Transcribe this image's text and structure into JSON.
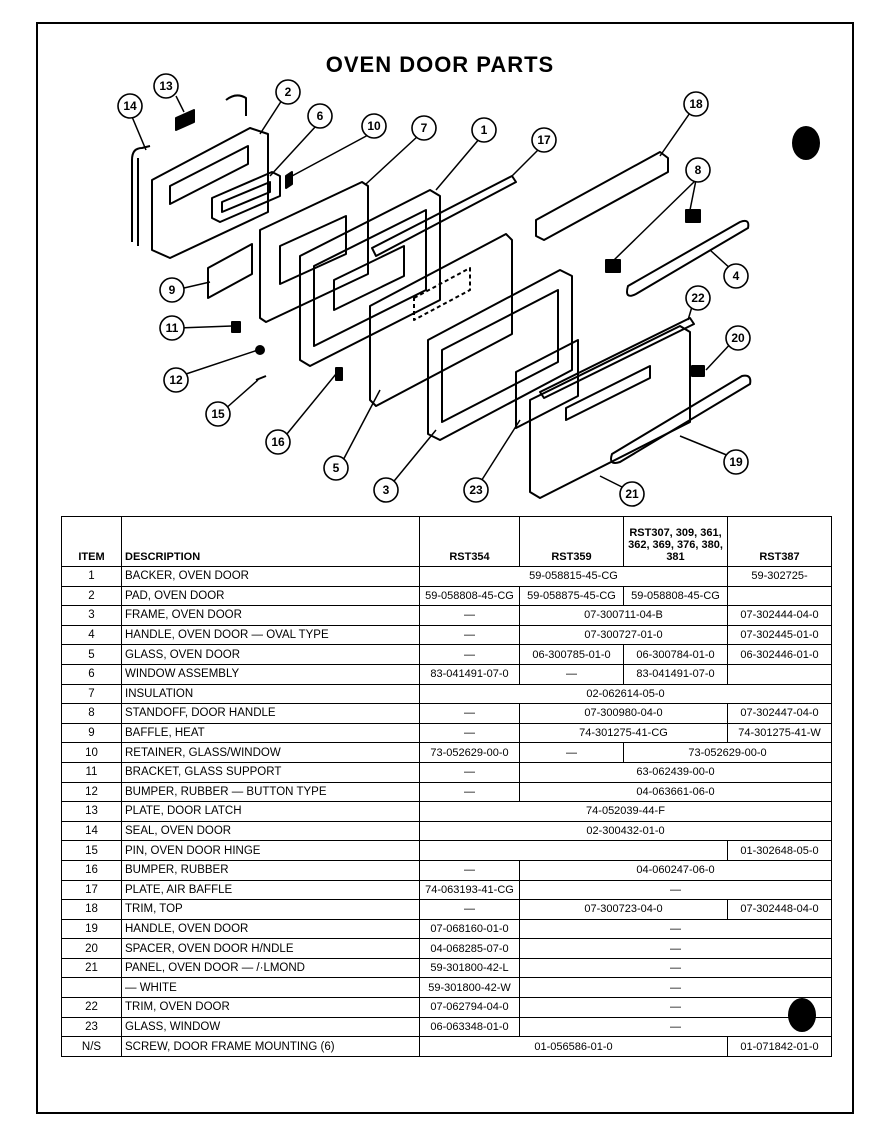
{
  "title": "OVEN DOOR PARTS",
  "callouts": [
    "1",
    "2",
    "3",
    "4",
    "5",
    "6",
    "7",
    "8",
    "9",
    "10",
    "11",
    "12",
    "13",
    "14",
    "15",
    "16",
    "17",
    "18",
    "19",
    "20",
    "21",
    "22",
    "23"
  ],
  "table": {
    "headers": {
      "item": "ITEM",
      "description": "DESCRIPTION",
      "model_a": "RST354",
      "model_b": "RST359",
      "model_c": "RST307, 309, 361, 362, 369, 376, 380, 381",
      "model_d": "RST387"
    },
    "rows": [
      {
        "item": "1",
        "desc": "BACKER, OVEN DOOR",
        "cells": [
          {
            "text": "59-058815-45-CG",
            "span": 3
          },
          {
            "text": "59-302725-",
            "span": 1
          }
        ]
      },
      {
        "item": "2",
        "desc": "PAD, OVEN DOOR",
        "cells": [
          {
            "text": "59-058808-45-CG",
            "span": 1
          },
          {
            "text": "59-058875-45-CG",
            "span": 1
          },
          {
            "text": "59-058808-45-CG",
            "span": 1
          },
          {
            "text": "",
            "span": 1
          }
        ]
      },
      {
        "item": "3",
        "desc": "FRAME, OVEN DOOR",
        "cells": [
          {
            "text": "—",
            "span": 1
          },
          {
            "text": "07-300711-04-B",
            "span": 2
          },
          {
            "text": "07-302444-04-0",
            "span": 1
          }
        ]
      },
      {
        "item": "4",
        "desc": "HANDLE, OVEN DOOR — OVAL TYPE",
        "cells": [
          {
            "text": "—",
            "span": 1
          },
          {
            "text": "07-300727-01-0",
            "span": 2
          },
          {
            "text": "07-302445-01-0",
            "span": 1
          }
        ]
      },
      {
        "item": "5",
        "desc": "GLASS, OVEN DOOR",
        "cells": [
          {
            "text": "—",
            "span": 1
          },
          {
            "text": "06-300785-01-0",
            "span": 1
          },
          {
            "text": "06-300784-01-0",
            "span": 1
          },
          {
            "text": "06-302446-01-0",
            "span": 1
          }
        ]
      },
      {
        "item": "6",
        "desc": "WINDOW ASSEMBLY",
        "cells": [
          {
            "text": "83-041491-07-0",
            "span": 1
          },
          {
            "text": "—",
            "span": 1
          },
          {
            "text": "83-041491-07-0",
            "span": 1
          },
          {
            "text": "",
            "span": 1
          }
        ]
      },
      {
        "item": "7",
        "desc": "INSULATION",
        "cells": [
          {
            "text": "02-062614-05-0",
            "span": 4
          }
        ]
      },
      {
        "item": "8",
        "desc": "STANDOFF, DOOR HANDLE",
        "cells": [
          {
            "text": "—",
            "span": 1
          },
          {
            "text": "07-300980-04-0",
            "span": 2
          },
          {
            "text": "07-302447-04-0",
            "span": 1
          }
        ]
      },
      {
        "item": "9",
        "desc": "BAFFLE, HEAT",
        "cells": [
          {
            "text": "—",
            "span": 1
          },
          {
            "text": "74-301275-41-CG",
            "span": 2
          },
          {
            "text": "74-301275-41-W",
            "span": 1
          }
        ]
      },
      {
        "item": "10",
        "desc": "RETAINER, GLASS/WINDOW",
        "cells": [
          {
            "text": "73-052629-00-0",
            "span": 1
          },
          {
            "text": "—",
            "span": 1
          },
          {
            "text": "73-052629-00-0",
            "span": 2
          }
        ]
      },
      {
        "item": "11",
        "desc": "BRACKET, GLASS SUPPORT",
        "cells": [
          {
            "text": "—",
            "span": 1
          },
          {
            "text": "63-062439-00-0",
            "span": 3
          }
        ]
      },
      {
        "item": "12",
        "desc": "BUMPER, RUBBER — BUTTON TYPE",
        "cells": [
          {
            "text": "—",
            "span": 1
          },
          {
            "text": "04-063661-06-0",
            "span": 3
          }
        ]
      },
      {
        "item": "13",
        "desc": "PLATE, DOOR LATCH",
        "cells": [
          {
            "text": "74-052039-44-F",
            "span": 4
          }
        ]
      },
      {
        "item": "14",
        "desc": "SEAL, OVEN DOOR",
        "cells": [
          {
            "text": "02-300432-01-0",
            "span": 4
          }
        ]
      },
      {
        "item": "15",
        "desc": "PIN, OVEN DOOR HINGE",
        "cells": [
          {
            "text": "",
            "span": 3
          },
          {
            "text": "01-302648-05-0",
            "span": 1
          }
        ]
      },
      {
        "item": "16",
        "desc": "BUMPER, RUBBER",
        "cells": [
          {
            "text": "—",
            "span": 1
          },
          {
            "text": "04-060247-06-0",
            "span": 3
          }
        ]
      },
      {
        "item": "17",
        "desc": "PLATE, AIR BAFFLE",
        "cells": [
          {
            "text": "74-063193-41-CG",
            "span": 1
          },
          {
            "text": "—",
            "span": 3
          }
        ]
      },
      {
        "item": "18",
        "desc": "TRIM, TOP",
        "cells": [
          {
            "text": "—",
            "span": 1
          },
          {
            "text": "07-300723-04-0",
            "span": 2
          },
          {
            "text": "07-302448-04-0",
            "span": 1
          }
        ]
      },
      {
        "item": "19",
        "desc": "HANDLE, OVEN DOOR",
        "cells": [
          {
            "text": "07-068160-01-0",
            "span": 1
          },
          {
            "text": "—",
            "span": 3
          }
        ]
      },
      {
        "item": "20",
        "desc": "SPACER, OVEN DOOR H/NDLE",
        "cells": [
          {
            "text": "04-068285-07-0",
            "span": 1
          },
          {
            "text": "—",
            "span": 3
          }
        ]
      },
      {
        "item": "21",
        "desc": "PANEL, OVEN DOOR — /·LMOND",
        "cells": [
          {
            "text": "59-301800-42-L",
            "span": 1
          },
          {
            "text": "—",
            "span": 3
          }
        ]
      },
      {
        "item": "",
        "desc": "— WHITE",
        "cells": [
          {
            "text": "59-301800-42-W",
            "span": 1
          },
          {
            "text": "—",
            "span": 3
          }
        ]
      },
      {
        "item": "22",
        "desc": "TRIM, OVEN DOOR",
        "cells": [
          {
            "text": "07-062794-04-0",
            "span": 1
          },
          {
            "text": "—",
            "span": 3
          }
        ]
      },
      {
        "item": "23",
        "desc": "GLASS, WINDOW",
        "cells": [
          {
            "text": "06-063348-01-0",
            "span": 1
          },
          {
            "text": "—",
            "span": 3
          }
        ]
      },
      {
        "item": "N/S",
        "desc": "SCREW, DOOR FRAME MOUNTING (6)",
        "cells": [
          {
            "text": "01-056586-01-0",
            "span": 3
          },
          {
            "text": "01-071842-01-0",
            "span": 1
          }
        ]
      }
    ]
  }
}
